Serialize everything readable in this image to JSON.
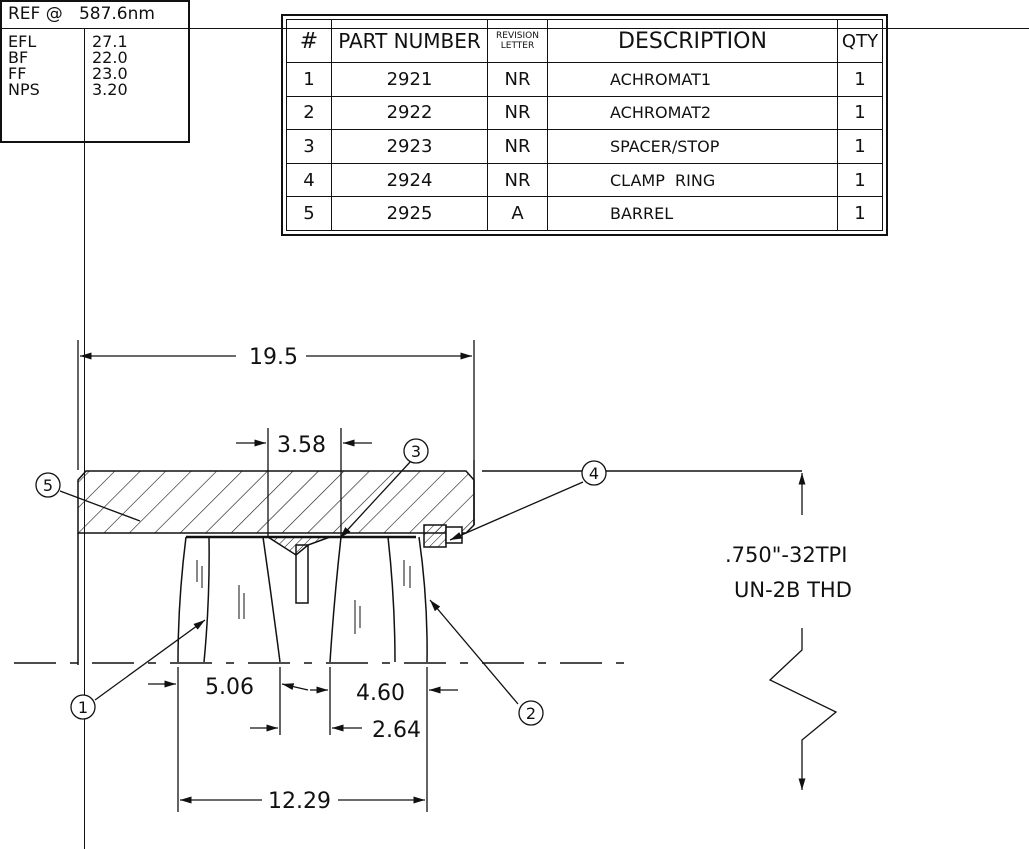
{
  "ref_table": {
    "header": "REF @   587.6nm",
    "rows": [
      {
        "label": "EFL",
        "value": "27.1"
      },
      {
        "label": "BF",
        "value": "22.0"
      },
      {
        "label": "FF",
        "value": "23.0"
      },
      {
        "label": "NPS",
        "value": "3.20"
      }
    ]
  },
  "parts_table": {
    "headers": {
      "num": "#",
      "part_number": "PART NUMBER",
      "revision_line1": "REVISION",
      "revision_line2": "LETTER",
      "description": "DESCRIPTION",
      "qty": "QTY"
    },
    "rows": [
      {
        "num": "1",
        "part_number": "2921",
        "revision": "NR",
        "description": "ACHROMAT1",
        "qty": "1"
      },
      {
        "num": "2",
        "part_number": "2922",
        "revision": "NR",
        "description": "ACHROMAT2",
        "qty": "1"
      },
      {
        "num": "3",
        "part_number": "2923",
        "revision": "NR",
        "description": "SPACER/STOP",
        "qty": "1"
      },
      {
        "num": "4",
        "part_number": "2924",
        "revision": "NR",
        "description": "CLAMP  RING",
        "qty": "1"
      },
      {
        "num": "5",
        "part_number": "2925",
        "revision": "A",
        "description": "BARREL",
        "qty": "1"
      }
    ]
  },
  "drawing": {
    "dimensions": {
      "overall_length": "19.5",
      "spacer_length": "3.58",
      "lens1_thickness": "5.06",
      "lens2_thickness": "4.60",
      "lens2_edge": "2.64",
      "lens_span": "12.29"
    },
    "thread_note_line1": ".750\"-32TPI",
    "thread_note_line2": "UN-2B  THD",
    "balloons": [
      "1",
      "2",
      "3",
      "4",
      "5"
    ]
  }
}
